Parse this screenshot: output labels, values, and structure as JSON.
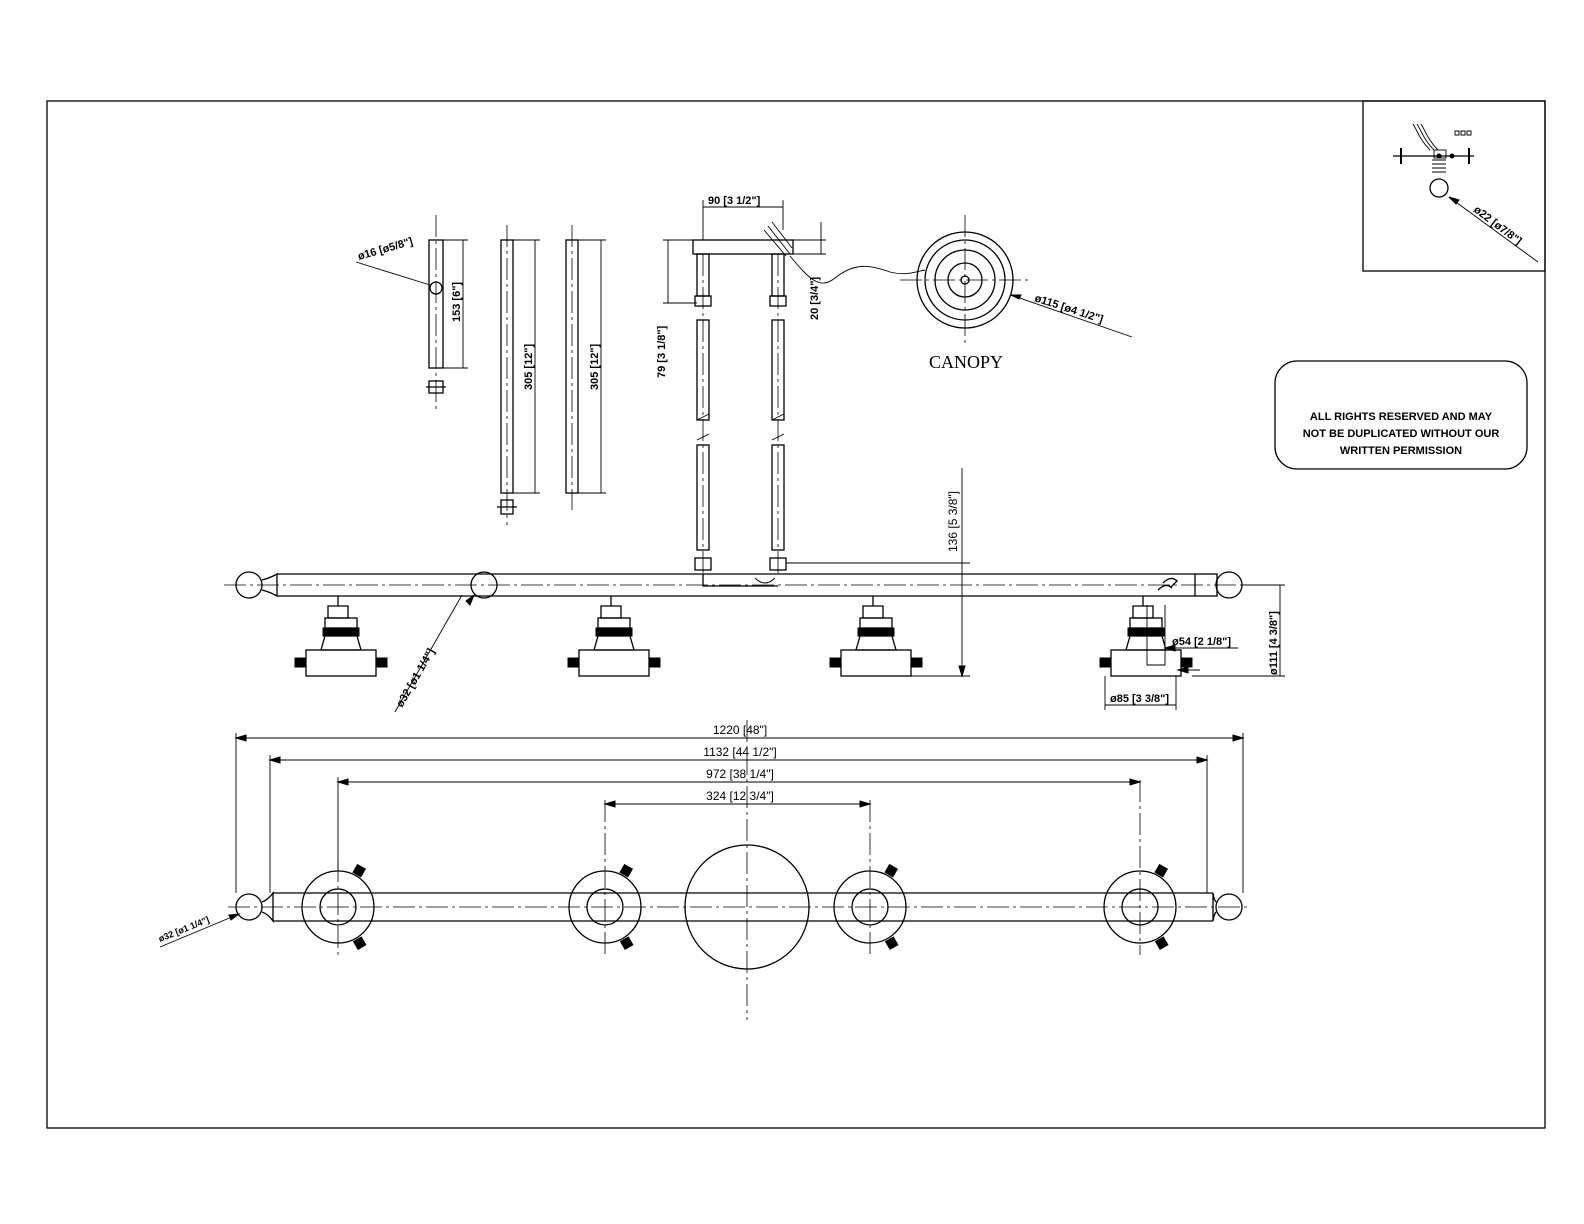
{
  "drawing": {
    "labels": {
      "canopy": "CANOPY"
    },
    "notice": {
      "line1": "ALL RIGHTS RESERVED AND MAY",
      "line2": "NOT BE DUPLICATED WITHOUT OUR",
      "line3": "WRITTEN PERMISSION"
    },
    "dimensions": {
      "rod_small_dia": "ø16 [ø5/8\"]",
      "rod_short_len": "153 [6\"]",
      "rod_long_len_a": "305 [12\"]",
      "rod_long_len_b": "305 [12\"]",
      "mount_width": "90 [3 1/2\"]",
      "stem_upper": "79 [3 1/8\"]",
      "canopy_height": "20 [3/4\"]",
      "canopy_dia": "ø115 [ø4 1/2\"]",
      "detail_ball_dia": "ø22 [ø7/8\"]",
      "drop_height": "136 [5 3/8\"]",
      "bar_dia_front": "ø32 [ø1 1/4\"]",
      "holder_dia": "ø54 [2 1/8\"]",
      "base_width": "ø85 [3 3/8\"]",
      "fixture_height": "ø111 [4 3/8\"]",
      "overall_length": "1220 [48\"]",
      "bar_length": "1132 [44 1/2\"]",
      "outer_spacing": "972 [38 1/4\"]",
      "inner_spacing": "324 [12 3/4\"]",
      "bar_dia_top": "ø32 [ø1 1/4\"]"
    }
  }
}
